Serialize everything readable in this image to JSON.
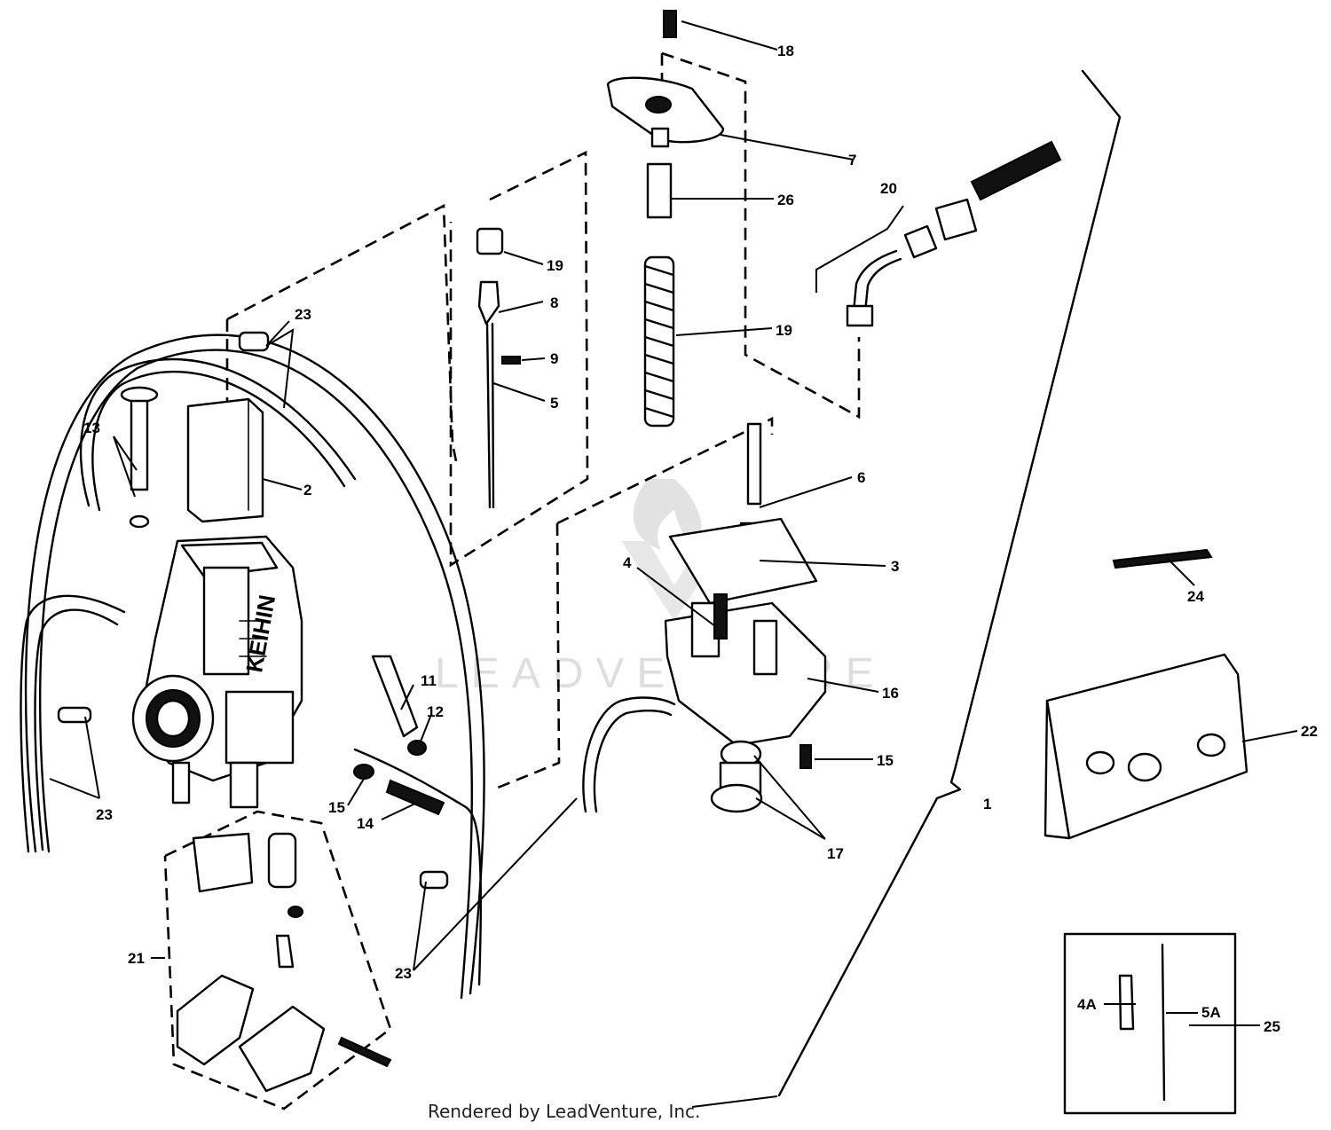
{
  "footer_credit": "Rendered by LeadVenture, Inc.",
  "watermark_text": "LEADVENTURE",
  "callouts": {
    "c1": "1",
    "c2": "2",
    "c3": "3",
    "c4": "4",
    "c4a": "4A",
    "c5": "5",
    "c5a": "5A",
    "c6": "6",
    "c7": "7",
    "c8": "8",
    "c9": "9",
    "c11": "11",
    "c12": "12",
    "c13": "13",
    "c14": "14",
    "c15a": "15",
    "c15b": "15",
    "c16": "16",
    "c17": "17",
    "c18": "18",
    "c19a": "19",
    "c19b": "19",
    "c20": "20",
    "c21": "21",
    "c22": "22",
    "c23a": "23",
    "c23b": "23",
    "c23c": "23",
    "c24": "24",
    "c25": "25",
    "c26": "26"
  }
}
